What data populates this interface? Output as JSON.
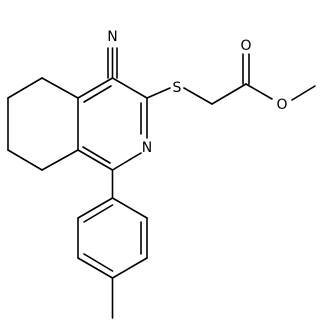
{
  "atoms": {
    "n_nitrile": "N",
    "s_thioether": "S",
    "o_carbonyl": "O",
    "o_ester": "O",
    "n_ring": "N"
  },
  "colors": {
    "bond": "#000000",
    "text": "#000000",
    "background": "#ffffff"
  }
}
